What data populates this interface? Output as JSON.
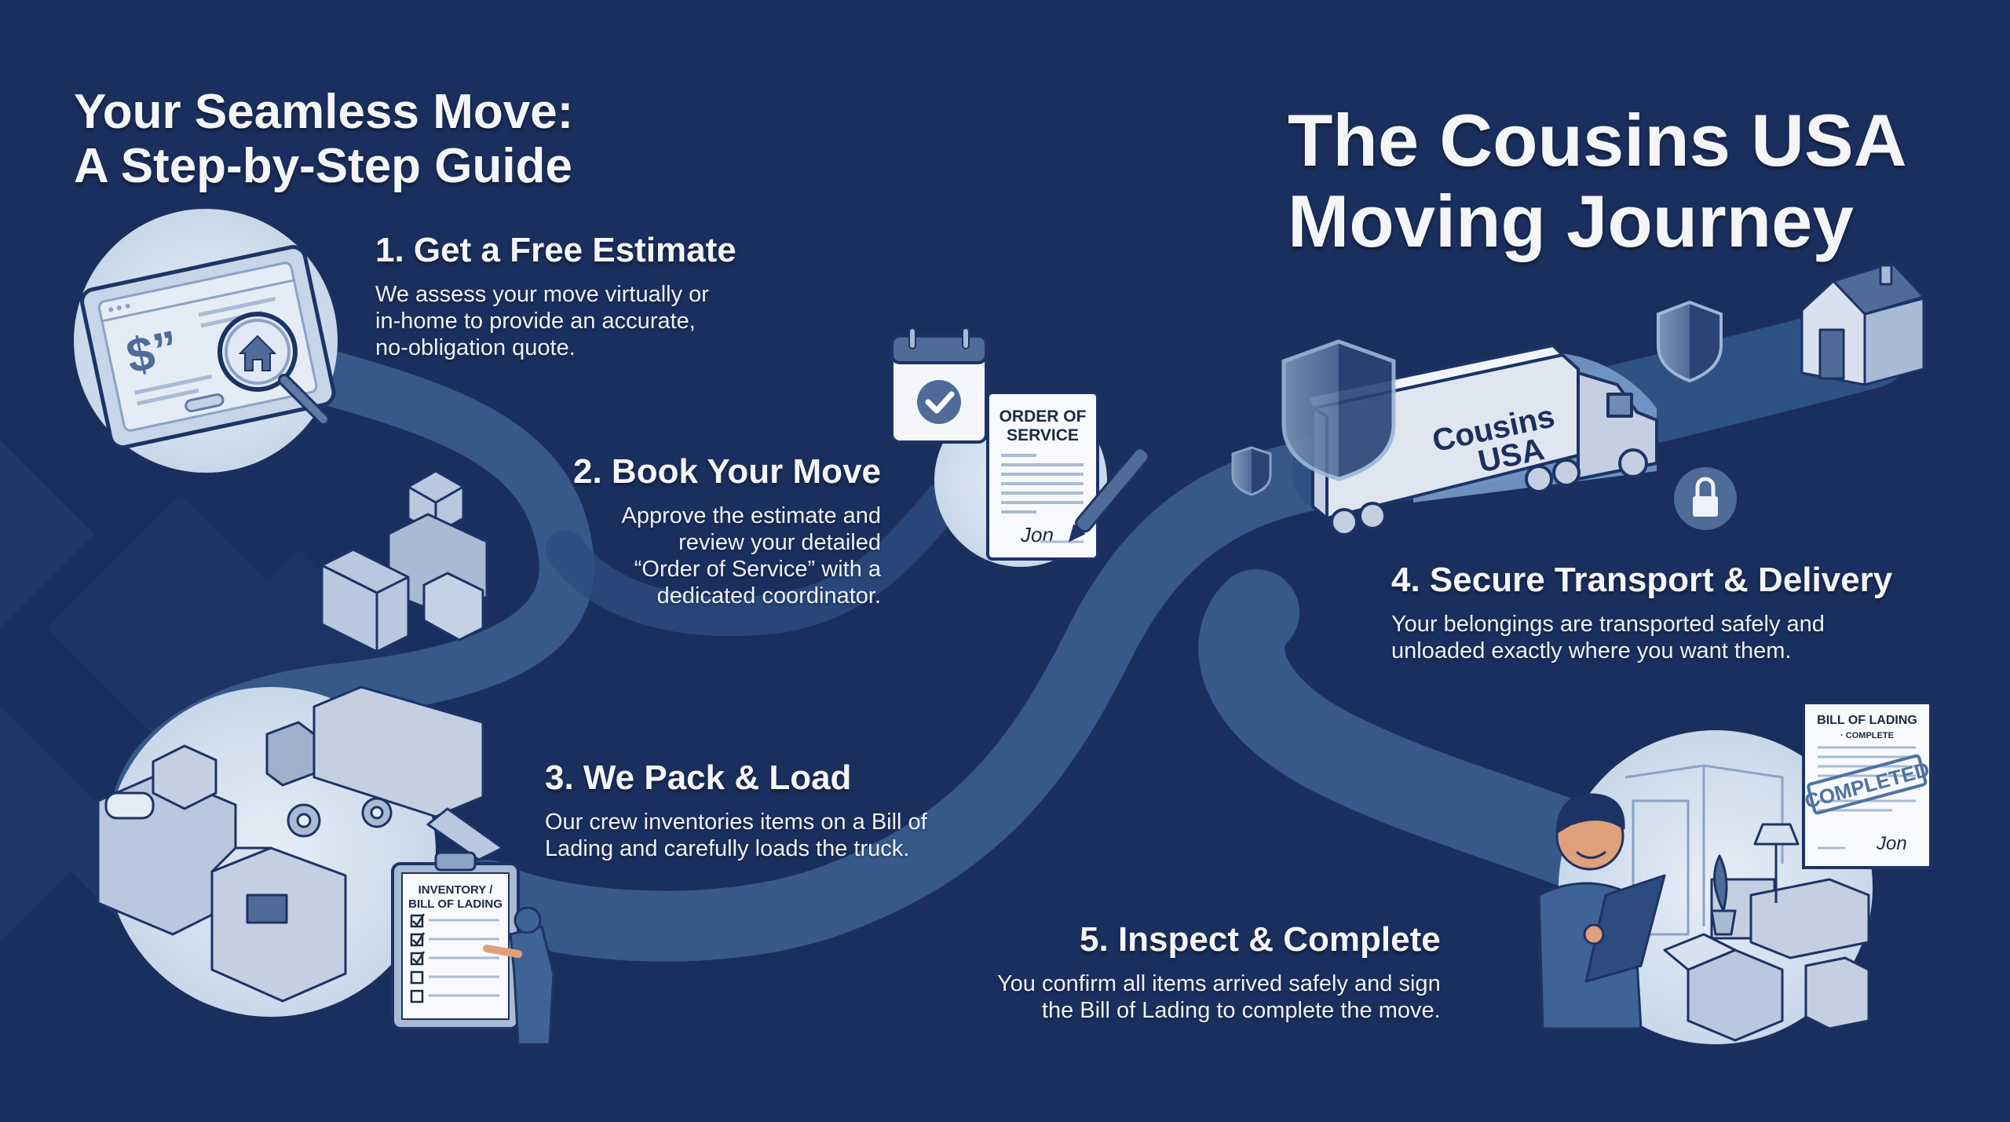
{
  "header": {
    "left_title_lines": [
      "Your Seamless Move:",
      "A Step-by-Step Guide"
    ],
    "right_title_lines": [
      "The Cousins USA",
      "Moving Journey"
    ]
  },
  "steps": [
    {
      "title": "1. Get a Free Estimate",
      "lines": [
        "We assess your move virtually or",
        "in-home to provide an accurate,",
        "no-obligation quote."
      ],
      "icon": "estimate-tablet-magnifier-icon"
    },
    {
      "title": "2. Book Your Move",
      "lines": [
        "Approve the estimate and",
        "review your detailed",
        "“Order of Service” with a",
        "dedicated coordinator."
      ],
      "icon": "calendar-order-of-service-icon"
    },
    {
      "title": "3. We Pack & Load",
      "lines": [
        "Our crew inventories items on a Bill of",
        "Lading and carefully loads the truck."
      ],
      "icon": "packing-truck-clipboard-icon"
    },
    {
      "title": "4. Secure Transport & Delivery",
      "lines": [
        "Your belongings are transported safely and",
        "unloaded exactly where you want them."
      ],
      "icon": "semi-truck-shield-icon"
    },
    {
      "title": "5. Inspect & Complete",
      "lines": [
        "You confirm all items arrived safely and sign",
        "the Bill of Lading to complete the move."
      ],
      "icon": "customer-clipboard-room-icon"
    }
  ],
  "illustrations": {
    "estimate_price_glyph": "$”",
    "order_doc_lines": [
      "ORDER OF",
      "SERVICE"
    ],
    "signature": "Jon",
    "truck_brand_lines": [
      "Cousins",
      "USA"
    ],
    "inventory_lines": [
      "INVENTORY /",
      "BILL OF LADING"
    ],
    "bol_title": "BILL OF LADING",
    "bol_subtitle": "· COMPLETE",
    "stamp": "COMPLETED"
  },
  "colors": {
    "background": "#1b2f5e",
    "path": "#36598a",
    "circle": "#d9e5f2",
    "accent": "#4f72a3",
    "text": "#f4f5f7"
  }
}
